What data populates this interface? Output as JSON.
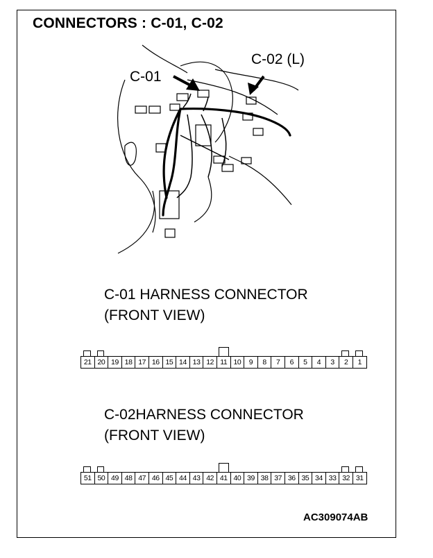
{
  "title": "CONNECTORS : C-01, C-02",
  "callouts": {
    "c01": "C-01",
    "c02": "C-02 (L)"
  },
  "connectors": [
    {
      "heading_line1": "C-01 HARNESS CONNECTOR",
      "heading_line2": "(FRONT VIEW)",
      "pins": [
        "21",
        "20",
        "19",
        "18",
        "17",
        "16",
        "15",
        "14",
        "13",
        "12",
        "11",
        "10",
        "9",
        "8",
        "7",
        "6",
        "5",
        "4",
        "3",
        "2",
        "1"
      ]
    },
    {
      "heading_line1": "C-02HARNESS CONNECTOR",
      "heading_line2": "(FRONT VIEW)",
      "pins": [
        "51",
        "50",
        "49",
        "48",
        "47",
        "46",
        "45",
        "44",
        "43",
        "42",
        "41",
        "40",
        "39",
        "38",
        "37",
        "36",
        "35",
        "34",
        "33",
        "32",
        "31"
      ]
    }
  ],
  "figure_code": "AC309074AB"
}
